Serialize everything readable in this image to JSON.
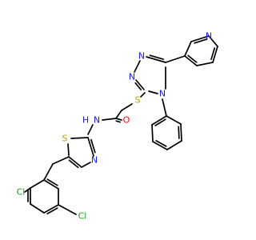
{
  "colors": {
    "bond": "#000000",
    "nitrogen": "#1a1aff",
    "sulfur": "#b8a000",
    "oxygen": "#ff0000",
    "chlorine": "#1f9e1f",
    "carbon": "#000000"
  },
  "labels": {
    "pyridine_n": "N",
    "triazole_n1": "N",
    "triazole_n2": "N",
    "triazole_n4": "N",
    "thioether_s": "S",
    "carbonyl_o": "O",
    "amide_n": "N",
    "amide_h": "H",
    "thiazole_s": "S",
    "thiazole_n": "N",
    "chloro_top": "Cl",
    "chloro_bottom": "Cl"
  }
}
